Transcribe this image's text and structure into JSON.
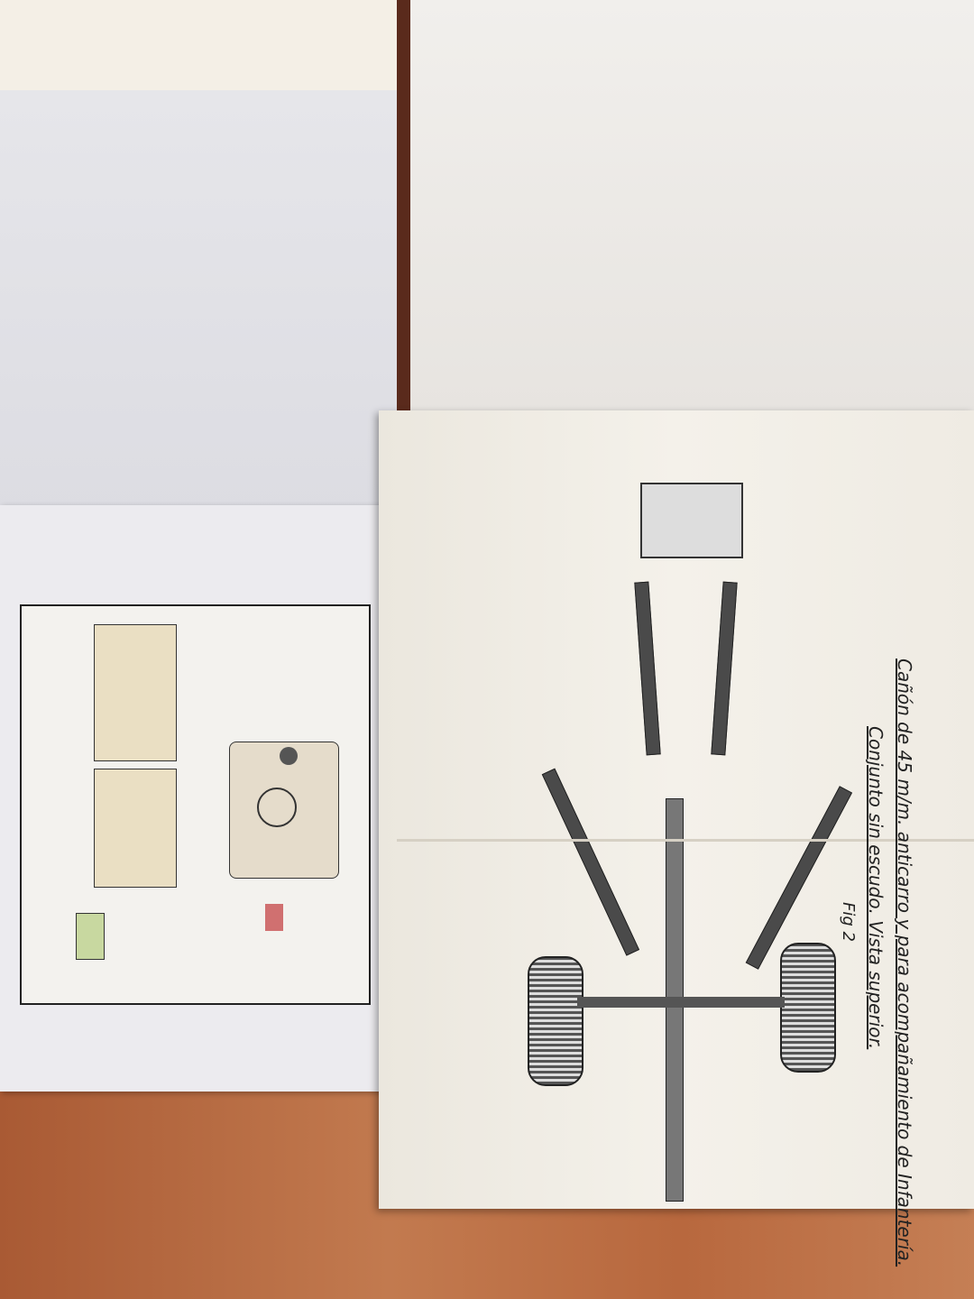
{
  "right_page": {
    "title_line1": "Cañón de 45 m/m. anticarro y para acompañamiento de Infantería.",
    "title_line2": "Conjunto sin escudo. Vista superior.",
    "figure_label": "Fig 2"
  },
  "colors": {
    "table": "#b86a43",
    "paper": "#f1eee7",
    "ink": "#222222",
    "diagram_text": "#a88a00"
  }
}
